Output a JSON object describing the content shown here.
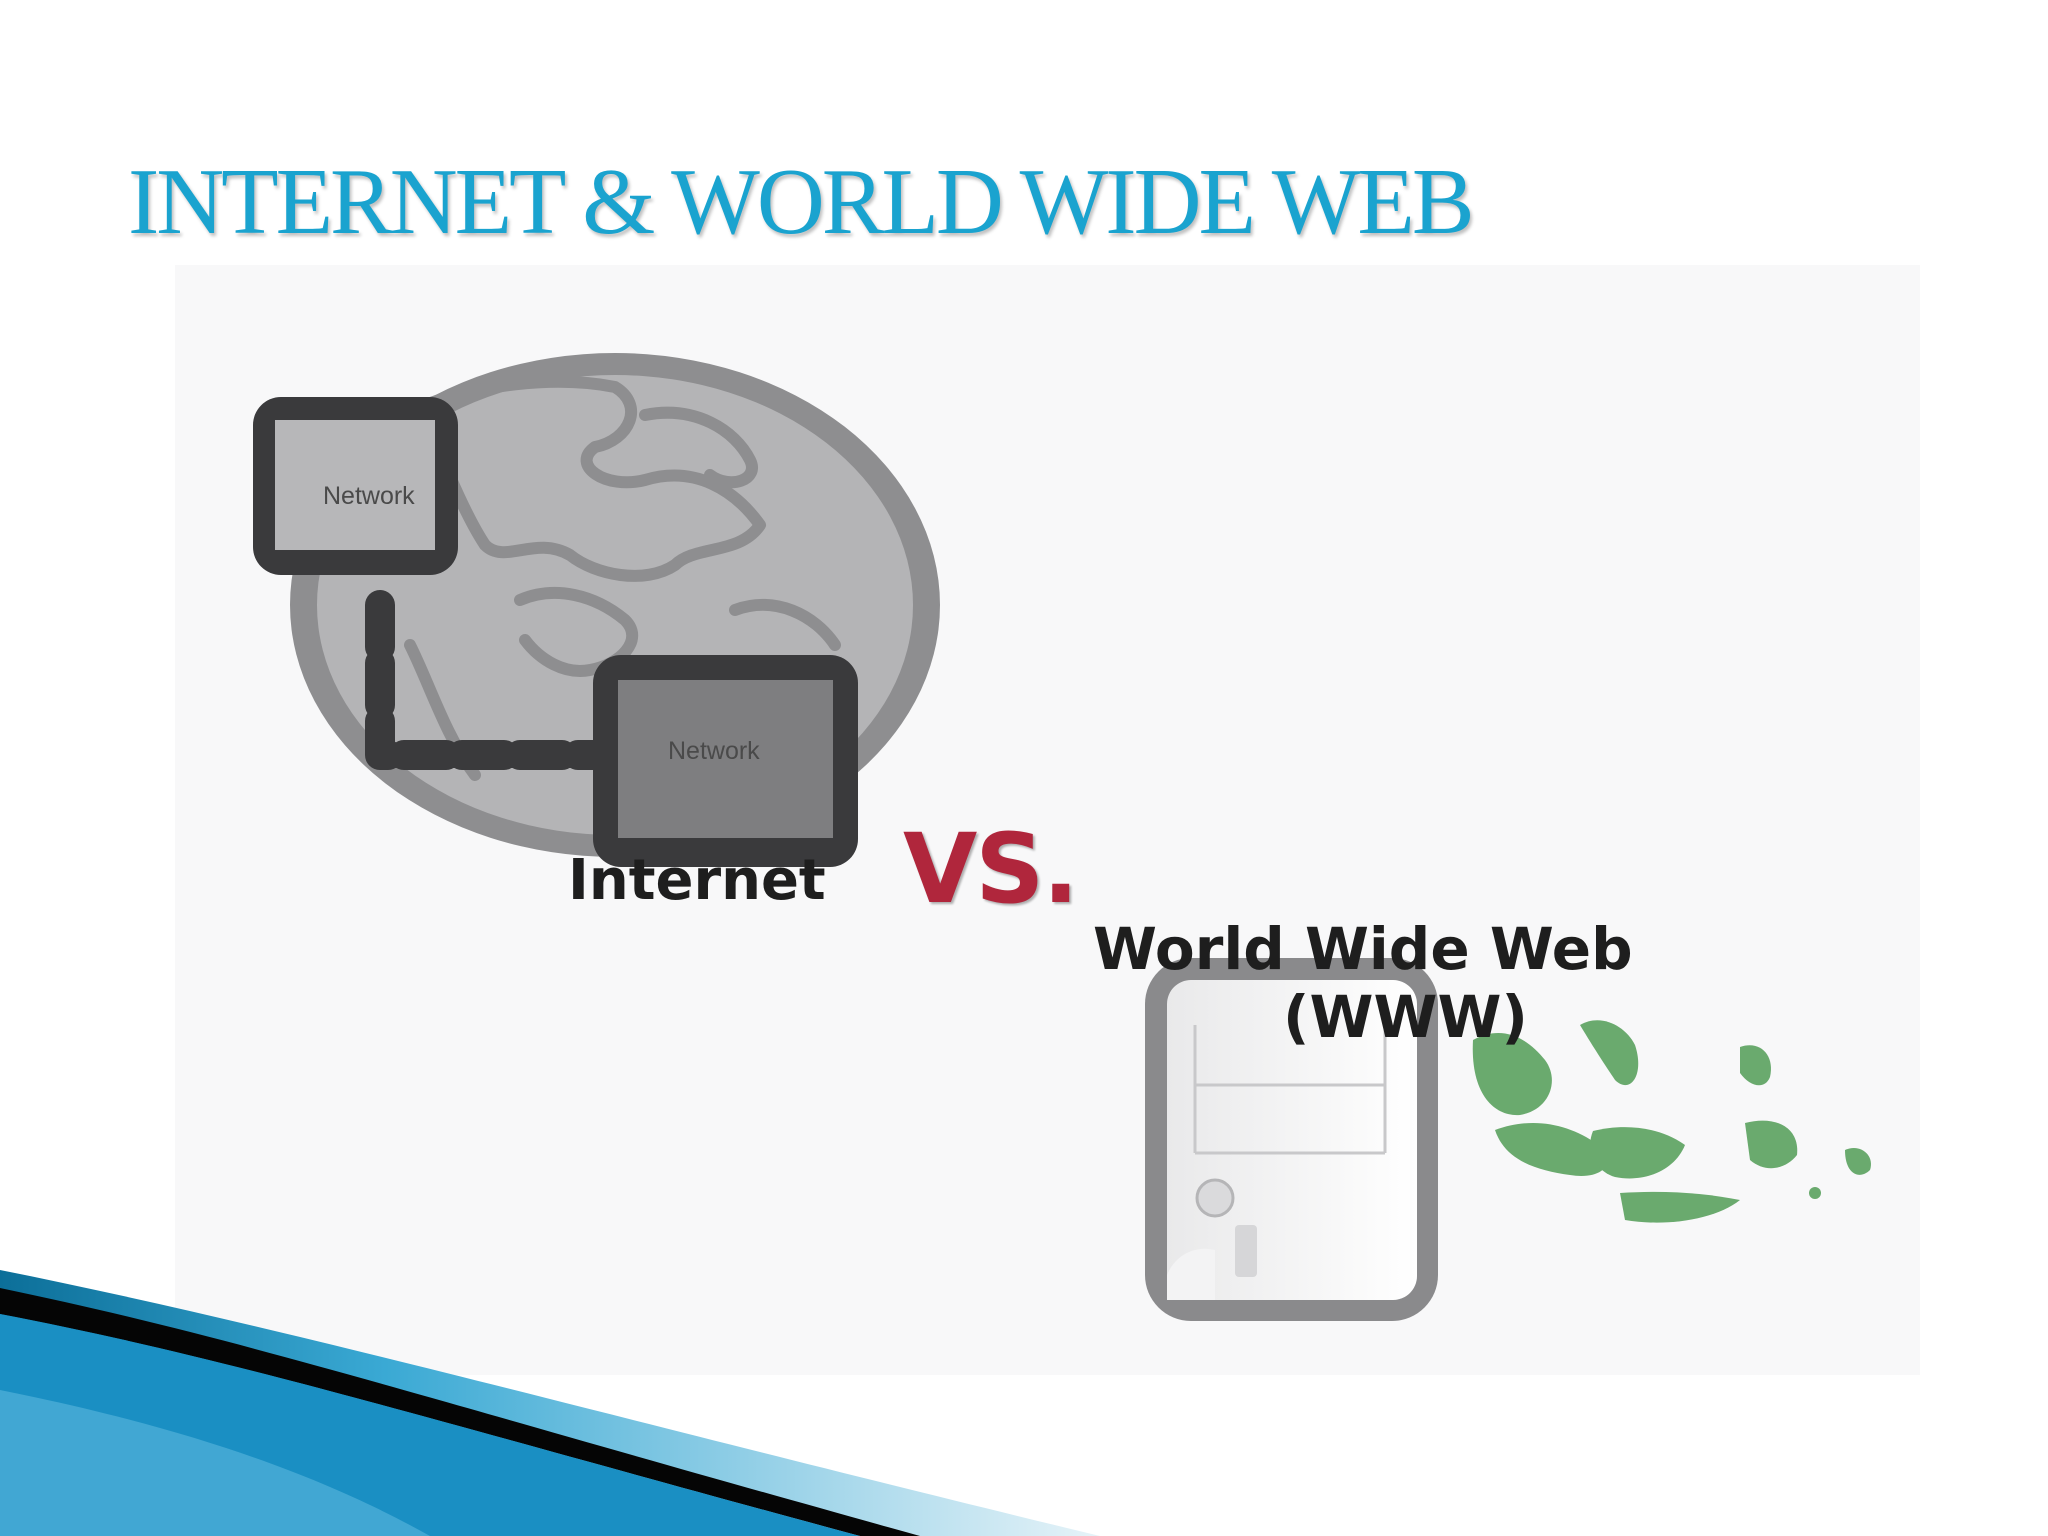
{
  "slide": {
    "title": "INTERNET & WORLD WIDE WEB"
  },
  "figure": {
    "network_label_top": "Network",
    "network_label_bottom": "Network",
    "internet_label": "Internet",
    "vs_label": "VS.",
    "www_label_line1": "World Wide Web",
    "www_label_line2": "(WWW)"
  },
  "colors": {
    "title": "#1aa3cf",
    "vs": "#b0263c",
    "globe": "#a8a8aa",
    "continents_green": "#6aaa6e",
    "accent_blue": "#1a8fc3"
  }
}
